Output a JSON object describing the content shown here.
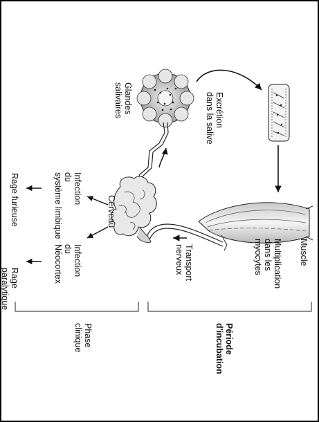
{
  "labels": {
    "glandes": "Glandes\nsalivaires",
    "excretion": "Excrétion\ndans la salive",
    "muscle": "Muscle",
    "multiplication": "Multiplication\ndans les\nmyocytes",
    "transport": "Transport\nnerveux",
    "cerveau": "Cerveau",
    "infection_limbique": "Infection\ndu\nsystème limbique",
    "infection_neocortex": "Infection\ndu\nNéocortex",
    "rage_furieuse": "Rage furieuse",
    "rage_paralytique": "Rage\nparalytique",
    "phase_clinique": "Phase\nclinique",
    "periode_incubation": "Période\nd'incubation"
  }
}
